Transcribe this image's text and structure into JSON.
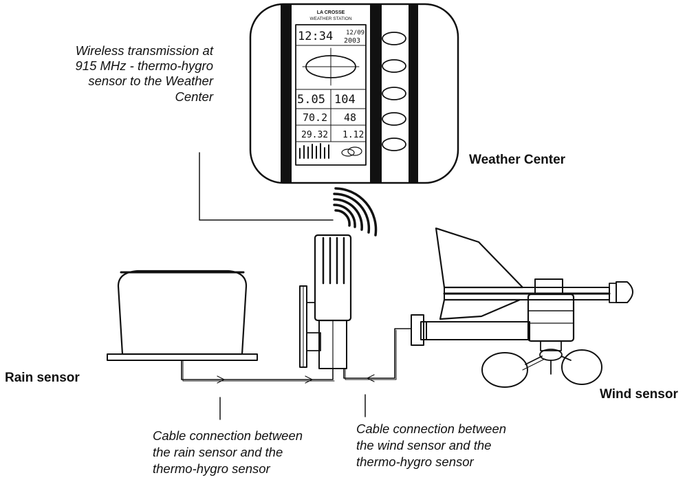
{
  "labels": {
    "weather_center": "Weather Center",
    "rain_sensor": "Rain sensor",
    "wind_sensor": "Wind sensor",
    "wireless": [
      "Wireless transmission at",
      "915 MHz - thermo-hygro",
      "sensor to the Weather",
      "Center"
    ],
    "cable_rain": [
      "Cable connection between",
      "the rain sensor and the",
      "thermo-hygro sensor"
    ],
    "cable_wind": [
      "Cable connection between",
      "the wind sensor and the",
      "thermo-hygro sensor"
    ]
  },
  "display": {
    "brand": "LA CROSSE",
    "subtitle": "WEATHER STATION",
    "time": "12:34",
    "date": "12/09",
    "year": "2003",
    "wind_speed": "5.05",
    "wind_dir": "104",
    "indoor_temp": "70.2",
    "indoor_humidity": "48",
    "pressure": "29.32",
    "rain": "1.12"
  },
  "colors": {
    "line": "#111111",
    "background": "#ffffff"
  }
}
